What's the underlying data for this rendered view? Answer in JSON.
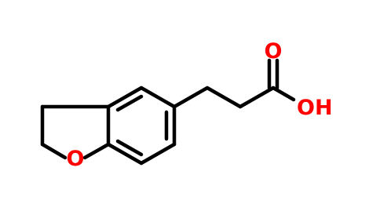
{
  "colors": {
    "background": "#ffffff",
    "bond": "#000000",
    "oxygen": "#ff0000"
  },
  "atoms": {
    "ring_oxygen": "O",
    "carbonyl_oxygen": "O",
    "hydroxyl": "OH"
  }
}
